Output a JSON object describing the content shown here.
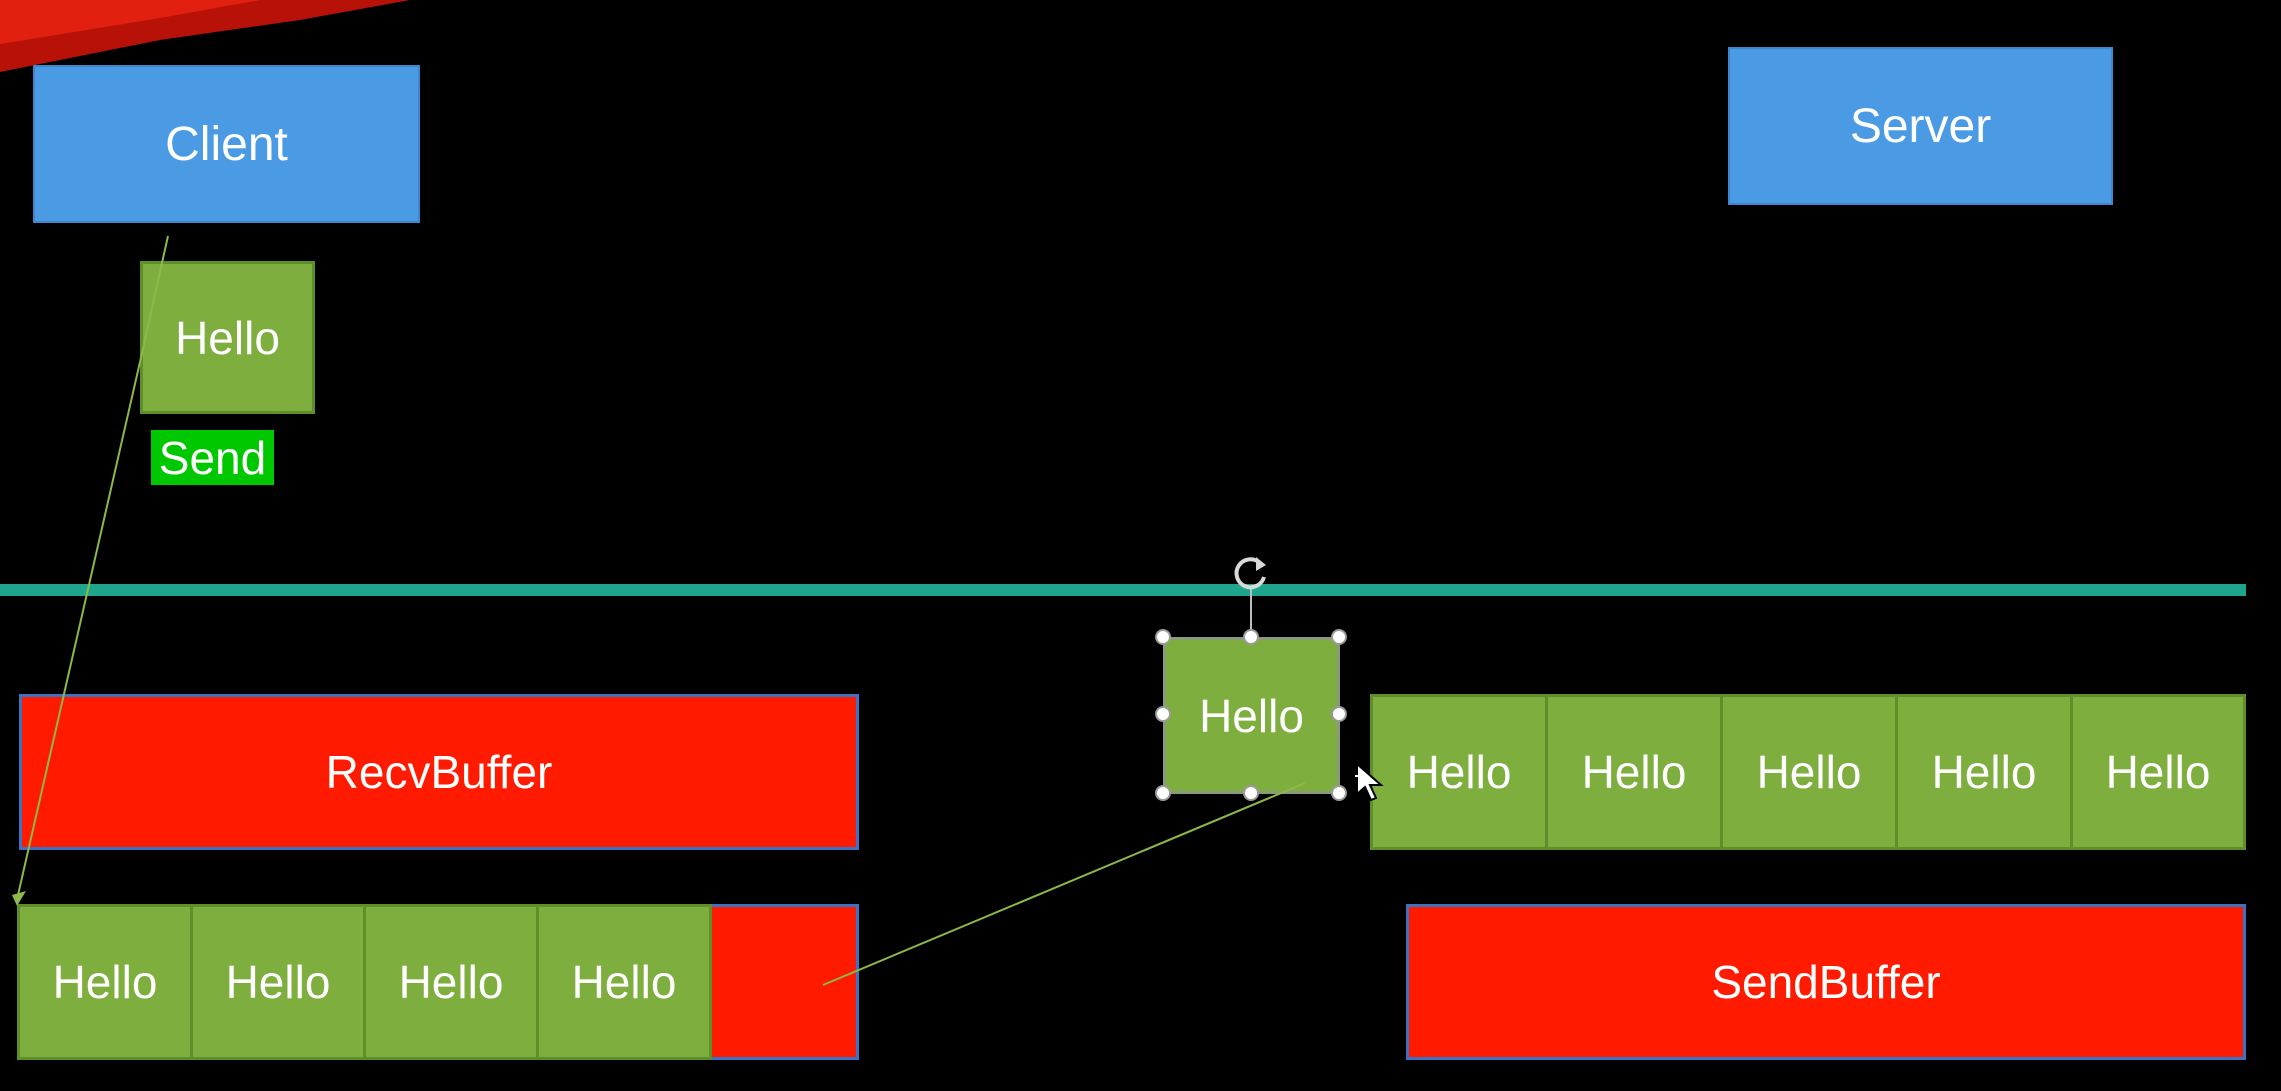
{
  "client": {
    "label": "Client"
  },
  "server": {
    "label": "Server"
  },
  "packet": {
    "label": "Hello"
  },
  "send_tag": {
    "label": "Send"
  },
  "recv_buffer": {
    "label": "RecvBuffer",
    "items": [
      "Hello",
      "Hello",
      "Hello",
      "Hello"
    ]
  },
  "send_buffer": {
    "label": "SendBuffer",
    "items": [
      "Hello",
      "Hello",
      "Hello",
      "Hello",
      "Hello"
    ]
  },
  "selected_packet": {
    "label": "Hello"
  },
  "colors": {
    "background": "#000000",
    "box_blue": "#4a9be4",
    "packet_green": "#7dae3e",
    "buffer_red": "#ff1a00",
    "network_line": "#1fa58c",
    "send_highlight": "#00c800"
  }
}
